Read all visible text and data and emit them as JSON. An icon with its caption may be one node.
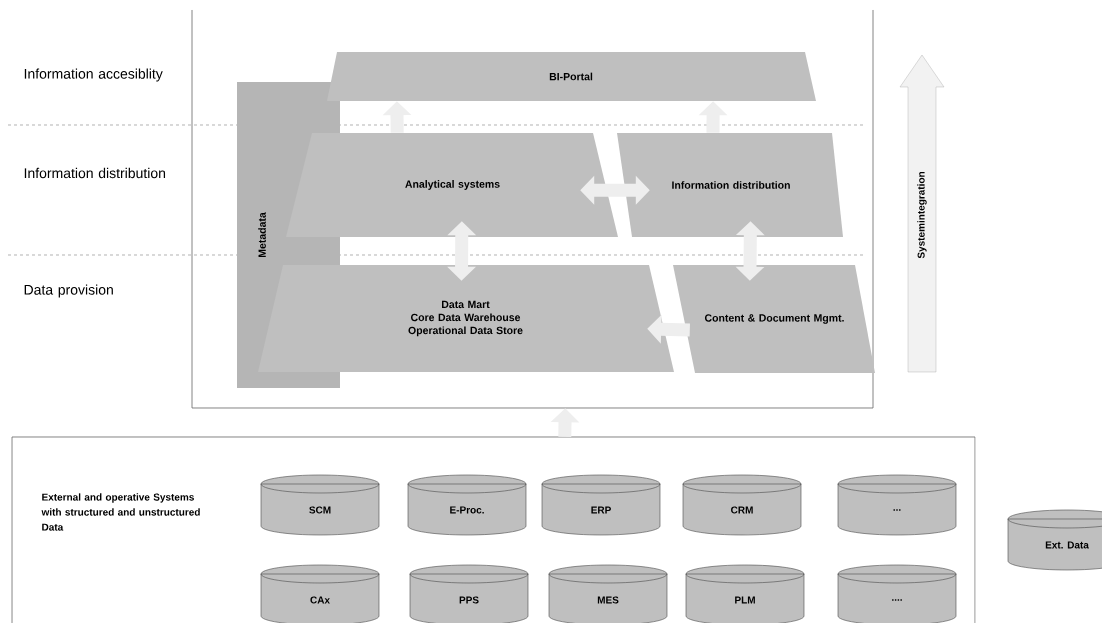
{
  "diagram": {
    "nodes": [
      {
        "text": [],
        "shape": "box"
      },
      {
        "text": [
          "Metadata"
        ],
        "in": 0
      },
      {
        "text": [
          "BI-Portal"
        ],
        "in": 0
      },
      {
        "text": [
          "Analytical systems"
        ],
        "in": 0
      },
      {
        "text": [
          "Information distribution"
        ],
        "in": 0
      },
      {
        "text": [
          "Data Mart",
          "Core Data Warehouse",
          "Operational Data Store"
        ],
        "in": 0
      },
      {
        "text": [
          "Content & Document Mgmt."
        ],
        "in": 0
      },
      {
        "text": [
          "External and operative Systems with structured and unstructured Data"
        ]
      },
      {
        "text": [
          "SCM"
        ],
        "in": 7
      },
      {
        "text": [
          "E-Proc."
        ],
        "in": 7
      },
      {
        "text": [
          "ERP"
        ],
        "in": 7
      },
      {
        "text": [
          "CRM"
        ],
        "in": 7
      },
      {
        "text": [
          "..."
        ],
        "in": 7
      },
      {
        "text": [
          "CAx"
        ],
        "in": 7
      },
      {
        "text": [
          "PPS"
        ],
        "in": 7
      },
      {
        "text": [
          "MES"
        ],
        "in": 7
      },
      {
        "text": [
          "PLM"
        ],
        "in": 7
      },
      {
        "text": [
          "...."
        ],
        "in": 7
      },
      {
        "text": [
          "Ext. Data"
        ]
      }
    ],
    "edges": [
      {
        "from": 3,
        "to": 2,
        "arrow": "to"
      },
      {
        "from": 4,
        "to": 2,
        "arrow": "to"
      },
      {
        "from": 3,
        "to": 4,
        "arrow": "both"
      },
      {
        "from": 5,
        "to": 3,
        "arrow": "both"
      },
      {
        "from": 6,
        "to": 4,
        "arrow": "both"
      },
      {
        "from": 6,
        "to": 5,
        "arrow": "to"
      },
      {
        "from": 7,
        "to": 0,
        "arrow": "to"
      }
    ],
    "labels": [
      "Information accesiblity",
      "Information distribution",
      "Data provision",
      "Systemintegration"
    ]
  }
}
